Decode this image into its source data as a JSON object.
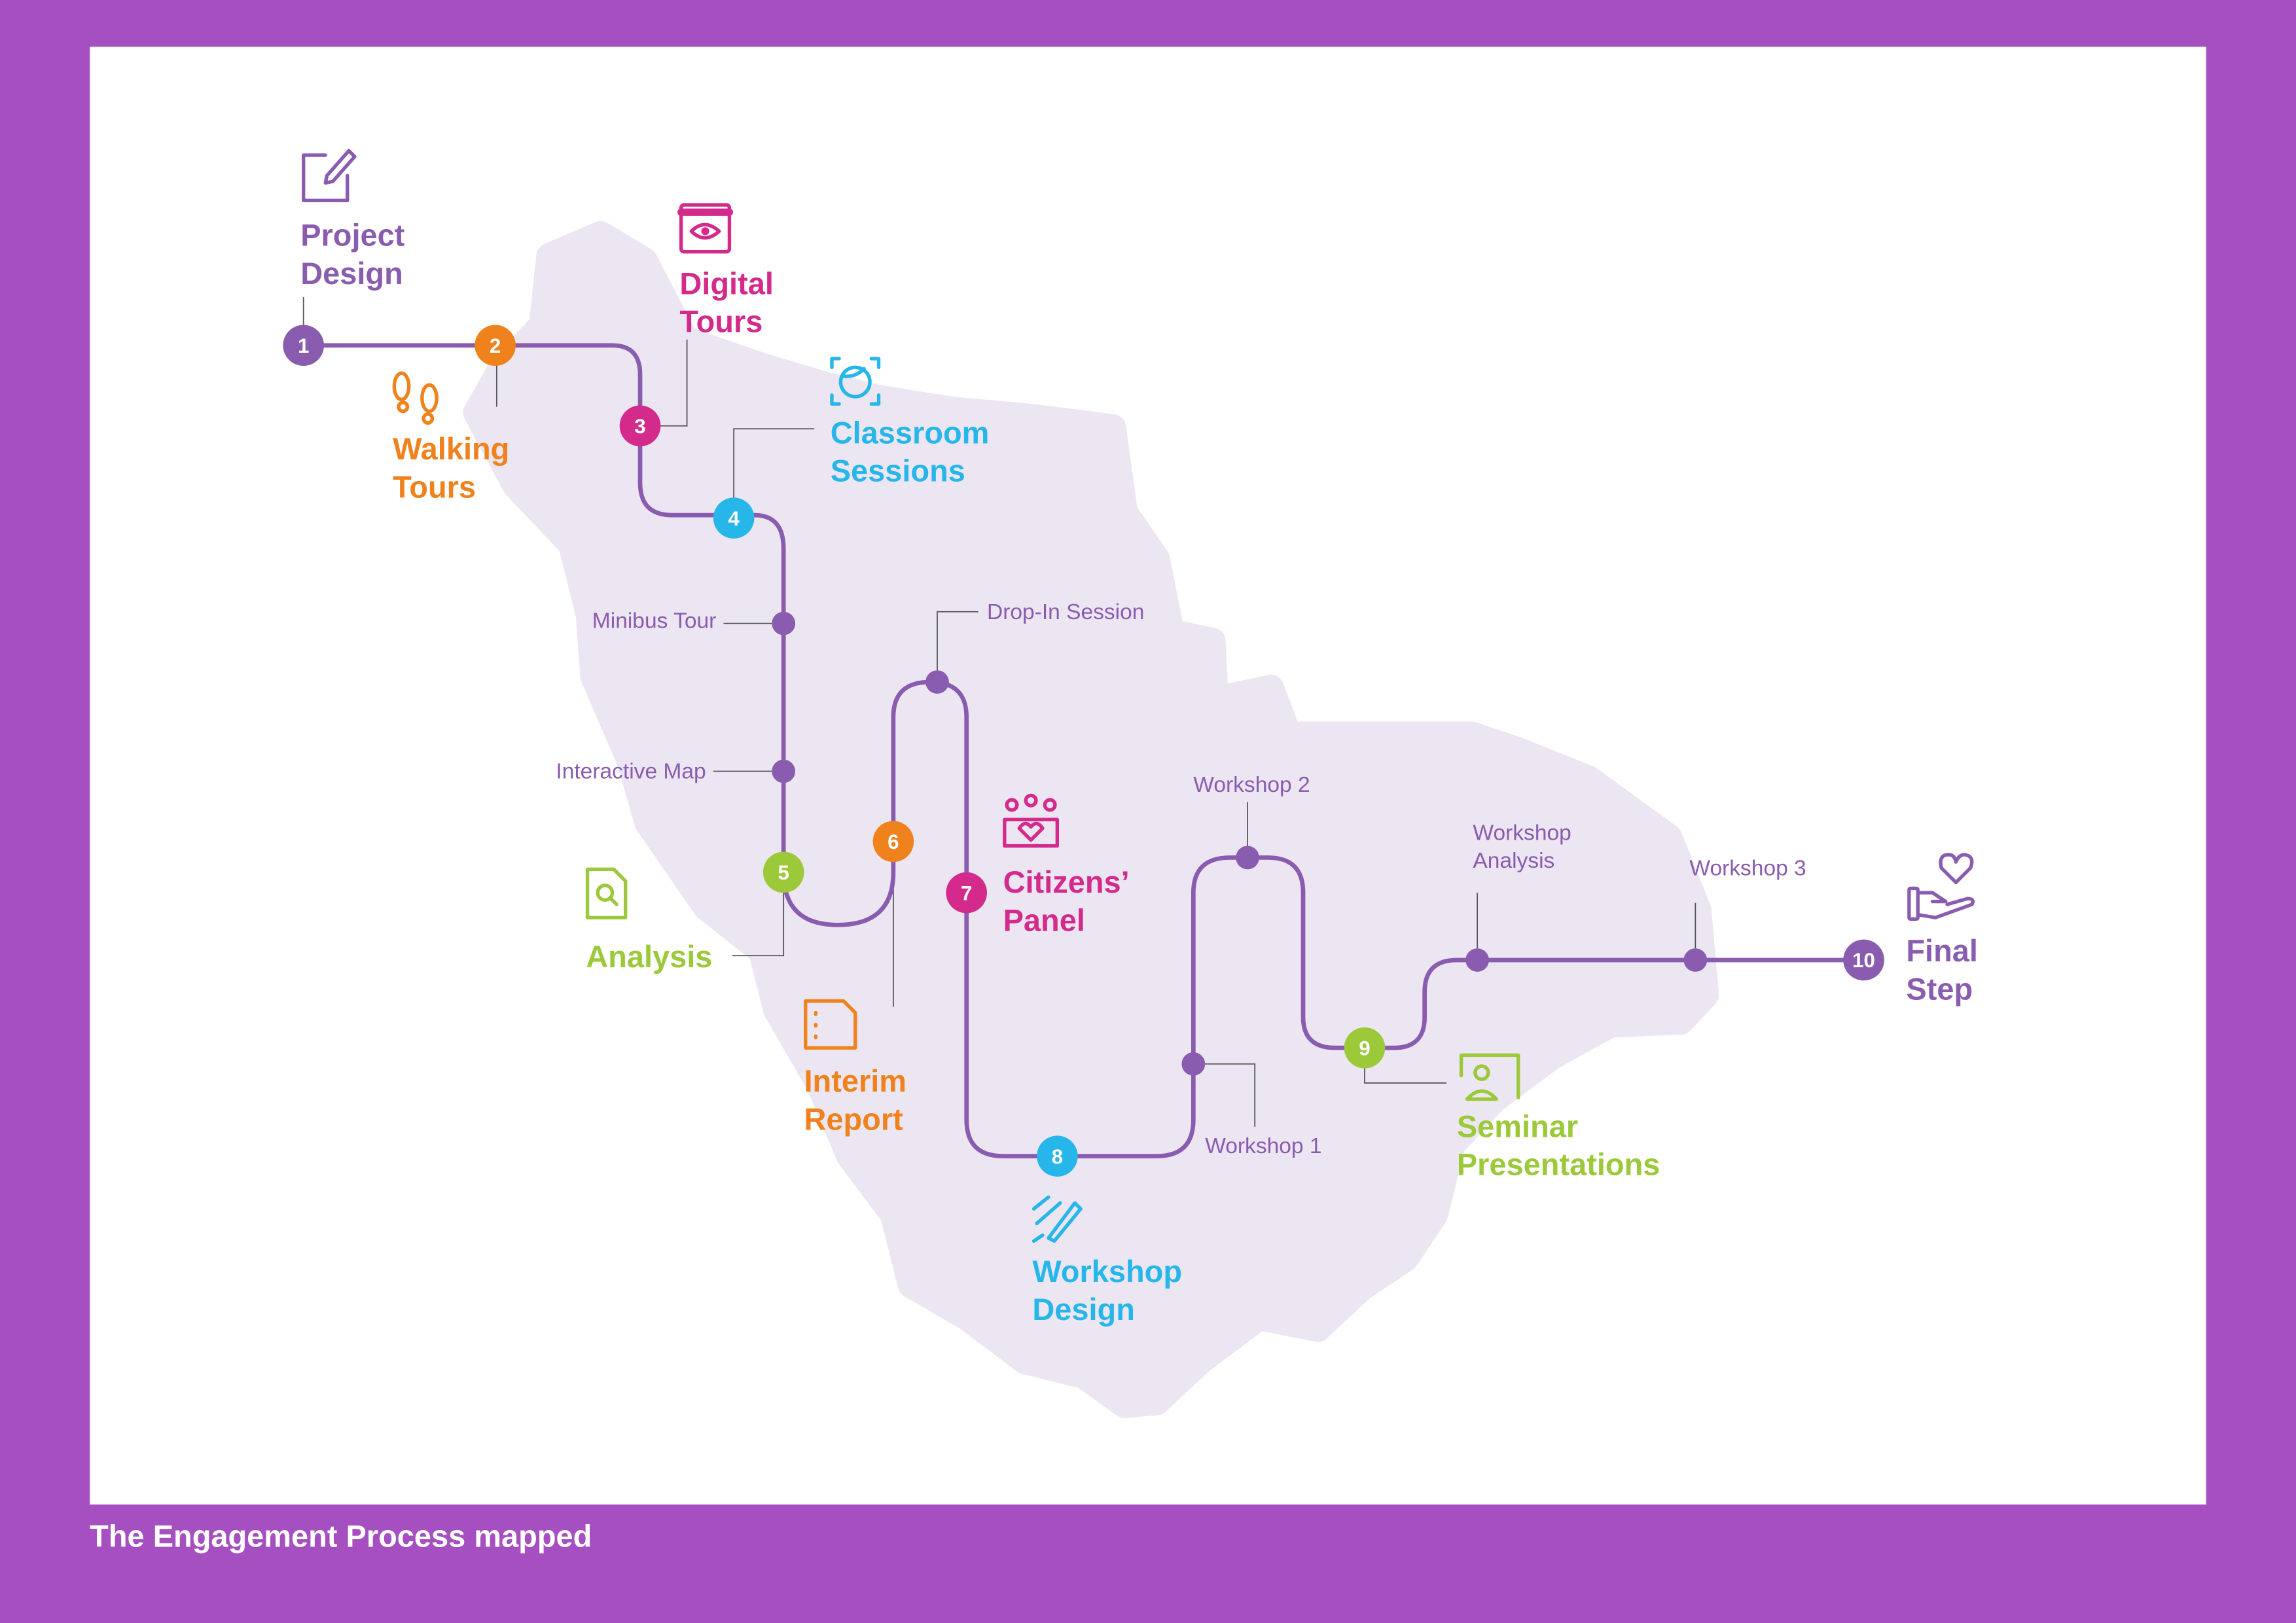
{
  "caption": "The Engagement Process mapped",
  "colors": {
    "frame": "#a54fc0",
    "purple": "#8a5cb0",
    "orange": "#f0821e",
    "magenta": "#d42a8c",
    "cyan": "#27b6ea",
    "green": "#9bc93a",
    "map": "#ece6f2"
  },
  "steps": [
    {
      "number": "1",
      "title": [
        "Project",
        "Design"
      ],
      "icon": "edit-icon"
    },
    {
      "number": "2",
      "title": [
        "Walking",
        "Tours"
      ],
      "icon": "footprints-icon"
    },
    {
      "number": "3",
      "title": [
        "Digital",
        "Tours"
      ],
      "icon": "browser-eye-icon"
    },
    {
      "number": "4",
      "title": [
        "Classroom",
        "Sessions"
      ],
      "icon": "face-scan-icon"
    },
    {
      "number": "5",
      "title": [
        "Analysis"
      ],
      "icon": "document-search-icon"
    },
    {
      "number": "6",
      "title": [
        "Interim",
        "Report"
      ],
      "icon": "report-icon"
    },
    {
      "number": "7",
      "title": [
        "Citizens’",
        "Panel"
      ],
      "icon": "people-heart-icon"
    },
    {
      "number": "8",
      "title": [
        "Workshop",
        "Design"
      ],
      "icon": "pen-ruler-icon"
    },
    {
      "number": "9",
      "title": [
        "Seminar",
        "Presentations"
      ],
      "icon": "presenter-icon"
    },
    {
      "number": "10",
      "title": [
        "Final",
        "Step"
      ],
      "icon": "hand-heart-icon"
    }
  ],
  "milestones": {
    "minibus": "Minibus Tour",
    "map": "Interactive Map",
    "dropin": "Drop-In Session",
    "workshop2": "Workshop 2",
    "workshop1": "Workshop 1",
    "wsanalysis": [
      "Workshop",
      "Analysis"
    ],
    "workshop3": "Workshop 3"
  }
}
